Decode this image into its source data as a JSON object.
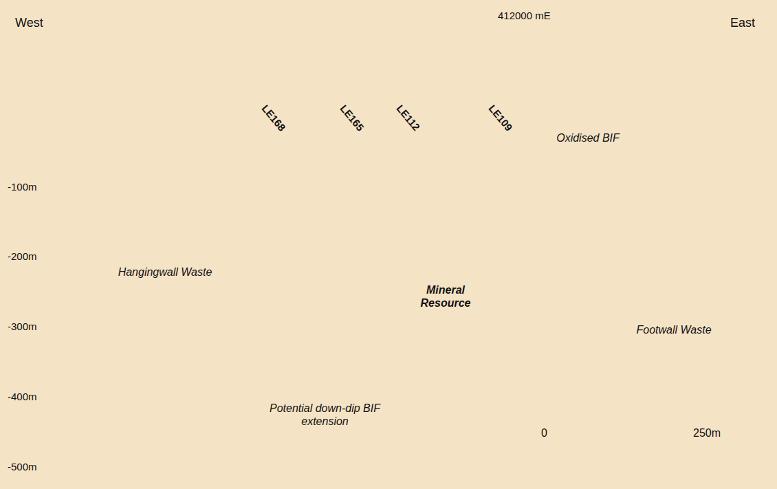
{
  "diagram": {
    "nodes": [
      {
        "text": [
          "Hangingwall Waste"
        ]
      },
      {
        "text": [
          "Oxidised BIF"
        ]
      },
      {
        "text": [
          "Mineral Resource"
        ]
      },
      {
        "text": [
          "Footwall Waste"
        ]
      },
      {
        "text": [
          "Potential down-dip BIF extension"
        ]
      }
    ],
    "labels": [
      "West",
      "East",
      "412000 mE",
      "LE168",
      "LE165",
      "LE112",
      "LE109",
      "-100m",
      "-200m",
      "-300m",
      "-400m",
      "-500m",
      "0",
      "250m"
    ]
  }
}
